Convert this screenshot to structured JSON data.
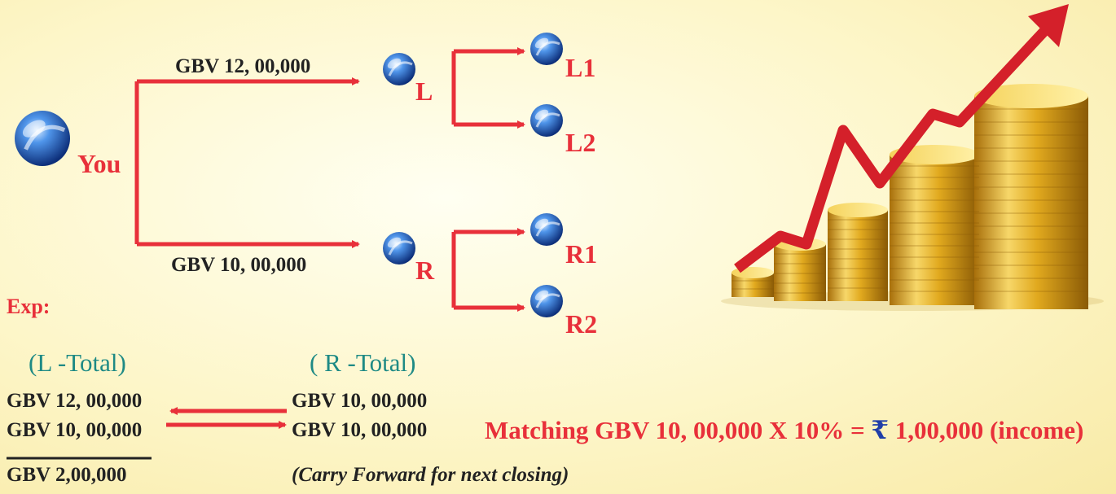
{
  "tree": {
    "root_label": "You",
    "left_label": "L",
    "right_label": "R",
    "left_children": [
      "L1",
      "L2"
    ],
    "right_children": [
      "R1",
      "R2"
    ],
    "left_branch_value": "GBV 12, 00,000",
    "right_branch_value": "GBV 10, 00,000"
  },
  "example": {
    "heading": "Exp:",
    "left_total_heading": "(L -Total)",
    "right_total_heading": "( R -Total)",
    "left_values": [
      "GBV 12, 00,000",
      "GBV 10, 00,000"
    ],
    "right_values": [
      "GBV 10, 00,000",
      "GBV 10, 00,000"
    ],
    "difference": "GBV 2,00,000",
    "carry_forward": "(Carry Forward for next closing)",
    "matching_prefix": "Matching GBV 10, 00,000 X 10% =",
    "rupee_symbol": "₹",
    "matching_suffix": " 1,00,000 (income)"
  },
  "colors": {
    "arrow": "#e8303a",
    "label_red": "#e8303a",
    "total_teal": "#1e8a85",
    "rupee_blue": "#1f3ea8",
    "node_blue": "#1f5fc8",
    "coin_gold": "#e8b421"
  },
  "icons": {
    "node": "blue-glass-orb-icon",
    "growth": "gold-coin-stacks-with-red-rising-arrow"
  }
}
